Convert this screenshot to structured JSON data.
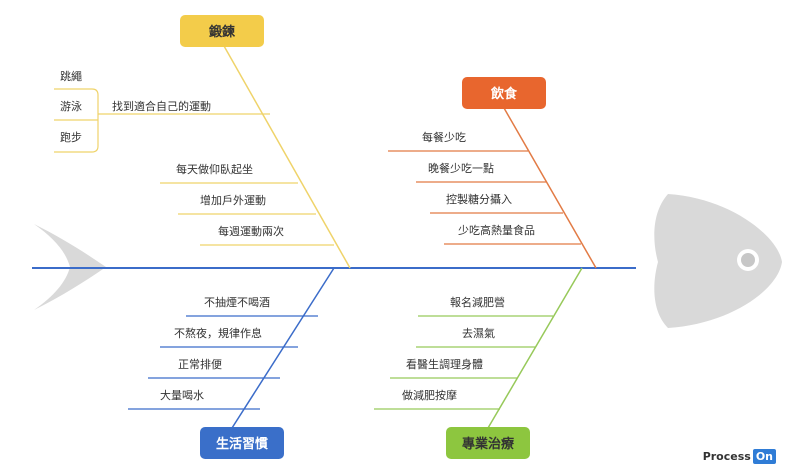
{
  "colors": {
    "spine": "#3b6cc9",
    "fish": "#d9d9d9",
    "fish_eye_ring": "#ffffff",
    "fish_eye": "#c7c7c7",
    "text": "#333333",
    "brand_accent": "#2f7cd6"
  },
  "categories": {
    "exercise": {
      "label": "鍛鍊",
      "color": "#f3cc4a",
      "line": "#efd36a",
      "text_color": "#333333",
      "causes": [
        "找到適合自己的運動",
        "每天做仰臥起坐",
        "增加戶外運動",
        "每週運動兩次"
      ],
      "subcauses": [
        "跳繩",
        "游泳",
        "跑步"
      ]
    },
    "diet": {
      "label": "飲食",
      "color": "#e8662e",
      "line": "#e27b45",
      "text_color": "#ffffff",
      "causes": [
        "每餐少吃",
        "晚餐少吃一點",
        "控製糖分攝入",
        "少吃高熱量食品"
      ]
    },
    "lifestyle": {
      "label": "生活習慣",
      "color": "#3a6fc9",
      "line": "#3b6cc9",
      "text_color": "#ffffff",
      "causes": [
        "不抽煙不喝酒",
        "不熬夜，規律作息",
        "正常排便",
        "大量喝水"
      ]
    },
    "treatment": {
      "label": "專業治療",
      "color": "#8dc63f",
      "line": "#97c95a",
      "text_color": "#333333",
      "causes": [
        "報名減肥營",
        "去濕氣",
        "看醫生調理身體",
        "做減肥按摩"
      ]
    }
  },
  "brand": {
    "part1": "Process",
    "part2": "On"
  }
}
